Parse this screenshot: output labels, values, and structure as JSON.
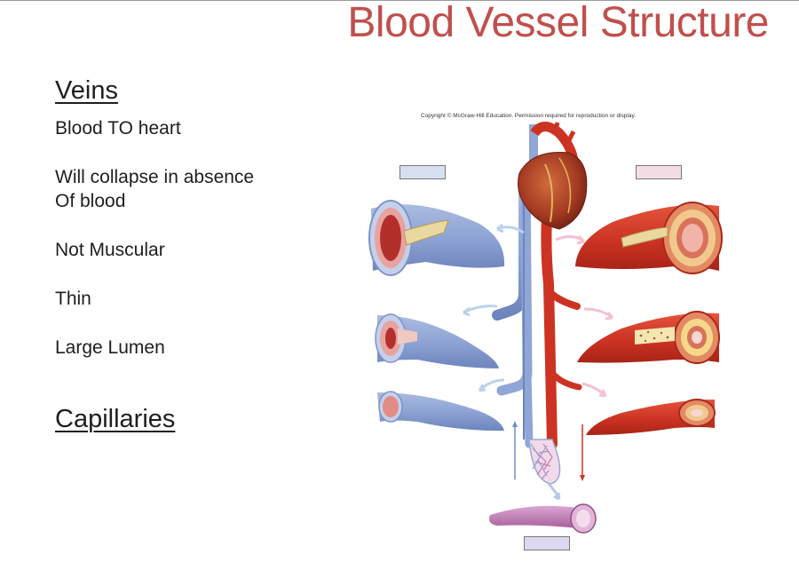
{
  "slide": {
    "title": "Blood Vessel Structure"
  },
  "veins": {
    "heading": "Veins",
    "points": [
      "Blood TO heart",
      "Will collapse in absence\nOf blood",
      "Not Muscular",
      "Thin",
      "Large Lumen"
    ]
  },
  "capillaries": {
    "heading": "Capillaries"
  },
  "figure": {
    "copyright": "Copyright © McGraw-Hill Education. Permission required for reproduction or display.",
    "colors": {
      "vein": "#8fa6d6",
      "artery": "#d23a2a",
      "capillary": "#c77fb8",
      "title": "#c0504d"
    }
  }
}
